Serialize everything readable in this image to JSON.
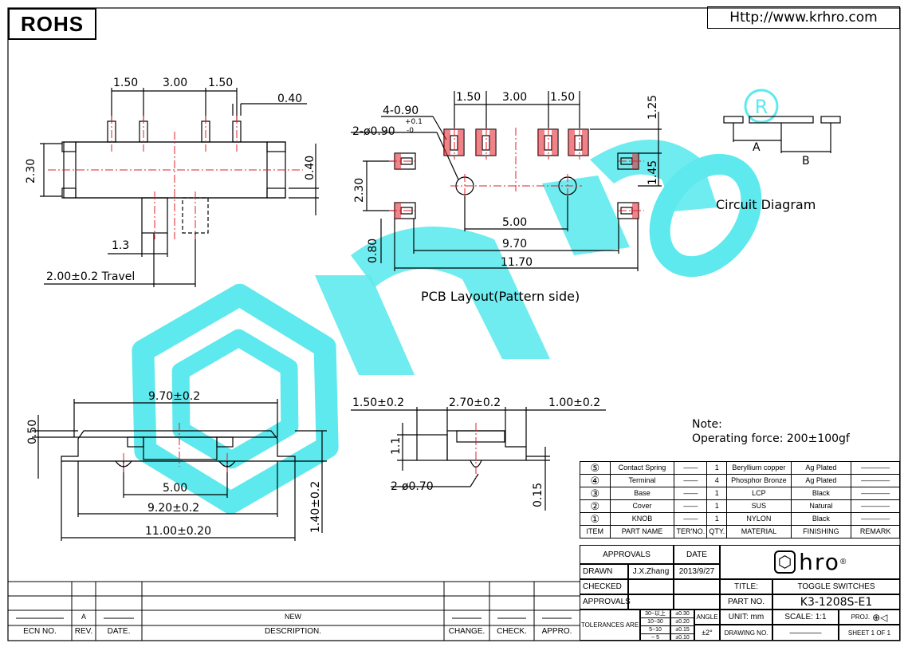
{
  "header": {
    "rohs": "ROHS",
    "url": "Http://www.krhro.com"
  },
  "side_view": {
    "d150a": "1.50",
    "d300": "3.00",
    "d150b": "1.50",
    "d040top": "0.40",
    "d230": "2.30",
    "d040r": "0.40",
    "d13": "1.3",
    "travel": "2.00±0.2 Travel"
  },
  "pcb": {
    "holes": "4-0.90",
    "holes2": "2-ø0.90",
    "tol_plus": "+0.1",
    "tol_minus": "-0",
    "d150a": "1.50",
    "d300": "3.00",
    "d150b": "1.50",
    "d125": "1.25",
    "d145": "1.45",
    "d230": "2.30",
    "d080": "0.80",
    "d500": "5.00",
    "d970": "9.70",
    "d1170": "11.70",
    "caption": "PCB Layout(Pattern side)"
  },
  "circuit": {
    "a": "A",
    "b": "B",
    "caption": "Circuit Diagram"
  },
  "front_view": {
    "d970": "9.70±0.2",
    "d050": "0.50",
    "d500": "5.00",
    "d920": "9.20±0.2",
    "d1100": "11.00±0.20",
    "d140": "1.40±0.2"
  },
  "end_view": {
    "d150": "1.50±0.2",
    "d270": "2.70±0.2",
    "d100": "1.00±0.2",
    "d11": "1.1",
    "d070": "2-ø0.70",
    "d015": "0.15"
  },
  "note": {
    "label": "Note:",
    "text": "Operating force: 200±100gf"
  },
  "bom": {
    "rows": [
      {
        "item": "⑤",
        "part": "Contact Spring",
        "ter": "——",
        "qty": "1",
        "material": "Beryllium copper",
        "finishing": "Ag Plated",
        "remark": "————"
      },
      {
        "item": "④",
        "part": "Terminal",
        "ter": "——",
        "qty": "4",
        "material": "Phosphor Bronze",
        "finishing": "Ag Plated",
        "remark": "————"
      },
      {
        "item": "③",
        "part": "Base",
        "ter": "——",
        "qty": "1",
        "material": "LCP",
        "finishing": "Black",
        "remark": "————"
      },
      {
        "item": "②",
        "part": "Cover",
        "ter": "——",
        "qty": "1",
        "material": "SUS",
        "finishing": "Natural",
        "remark": "————"
      },
      {
        "item": "①",
        "part": "KNOB",
        "ter": "——",
        "qty": "1",
        "material": "NYLON",
        "finishing": "Black",
        "remark": "————"
      }
    ],
    "headers": {
      "item": "ITEM",
      "part": "PART NAME",
      "ter": "TER'NO.",
      "qty": "QTY.",
      "material": "MATERIAL",
      "finishing": "FINISHING",
      "remark": "REMARK"
    }
  },
  "title_block": {
    "approvals": "APPROVALS",
    "date": "DATE",
    "drawn": "DRAWN",
    "drawn_by": "J.X.Zhang",
    "drawn_date": "2013/9/27",
    "checked": "CHECKED",
    "approvals2": "APPROVALS",
    "title_label": "TITLE:",
    "title": "TOGGLE SWITCHES",
    "partno_label": "PART NO.",
    "partno": "K3-1208S-E1",
    "tolerances": "TOLERANCES ARE",
    "tol_ranges": [
      "30~以上",
      "10~30",
      "5~10",
      "~ 5"
    ],
    "tol_values": [
      "±0.30",
      "±0.20",
      "±0.15",
      "±0.10"
    ],
    "angle": "ANGLE",
    "angle_val": "±2°",
    "unit": "UNIT: mm",
    "scale": "SCALE:  1:1",
    "proj": "PROJ.",
    "drawing_no": "DRAWING NO.",
    "drawing_no_val": "————",
    "sheet": "SHEET  1 OF 1",
    "logo": "hro"
  },
  "rev_block": {
    "ecn": "ECN NO.",
    "rev": "REV.",
    "date": "DATE.",
    "desc": "DESCRIPTION.",
    "change": "CHANGE.",
    "check": "CHECK.",
    "appro": "APPRO.",
    "rev_val": "A",
    "desc_val": "NEW"
  },
  "colors": {
    "watermark": "#40e6ea",
    "centerline": "#e0202a",
    "line": "#000000"
  }
}
